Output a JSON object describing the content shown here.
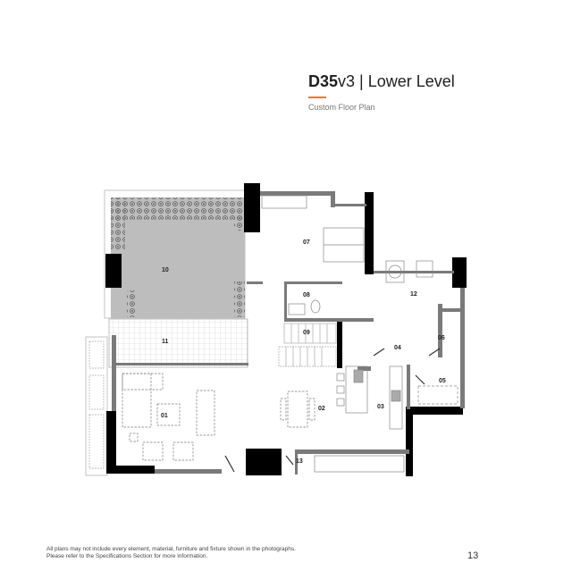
{
  "header": {
    "model_code": "D35",
    "version": "v3",
    "separator": "|",
    "level": "Lower Level",
    "subtitle": "Custom Floor Plan",
    "accent_color": "#e07a3a"
  },
  "floor_plan": {
    "rooms": [
      {
        "id": "01",
        "label": "01"
      },
      {
        "id": "02",
        "label": "02"
      },
      {
        "id": "03",
        "label": "03"
      },
      {
        "id": "04",
        "label": "04"
      },
      {
        "id": "05",
        "label": "05"
      },
      {
        "id": "06",
        "label": "06"
      },
      {
        "id": "07",
        "label": "07"
      },
      {
        "id": "08",
        "label": "08"
      },
      {
        "id": "09",
        "label": "09"
      },
      {
        "id": "10",
        "label": "10"
      },
      {
        "id": "11",
        "label": "11"
      },
      {
        "id": "12",
        "label": "12"
      },
      {
        "id": "13",
        "label": "13"
      }
    ],
    "colors": {
      "wall_solid": "#000000",
      "wall_gray": "#7a7a7a",
      "patio_fill": "#bdbdbd",
      "grid_line": "#cfcfcf"
    }
  },
  "footer": {
    "disclaimer_line1": "All plans may not include every element, material, furniture and fixture shown in the photographs.",
    "disclaimer_line2": "Please refer to the Specifications Section for more information.",
    "page_number": "13"
  }
}
